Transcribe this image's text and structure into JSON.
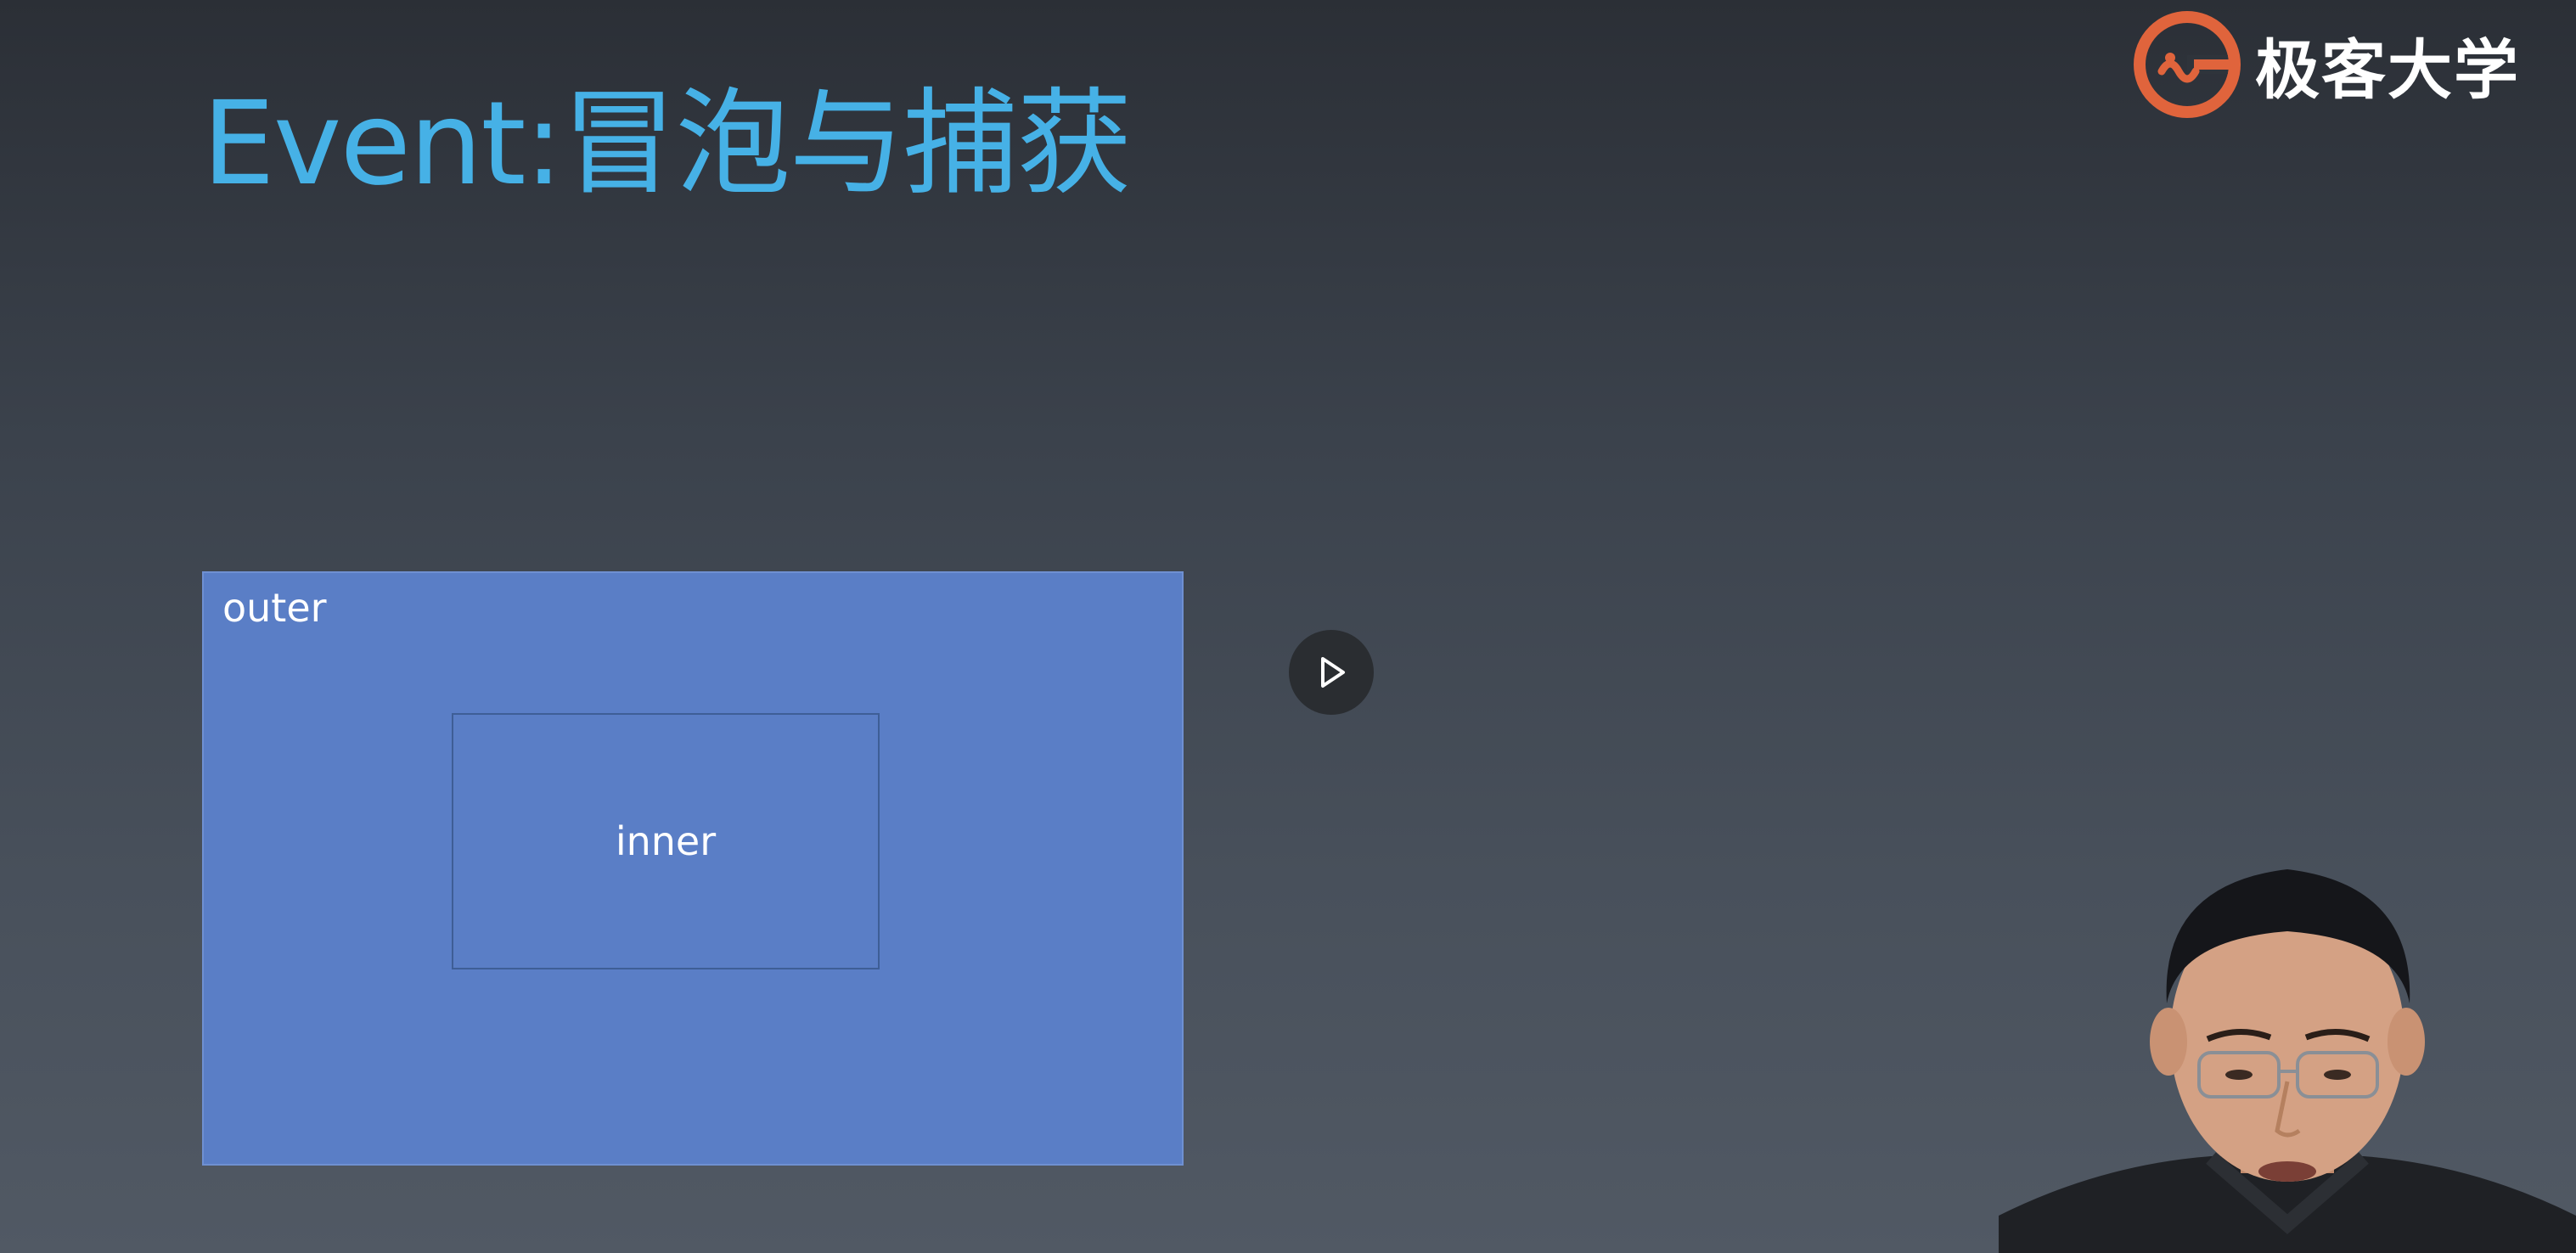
{
  "slide": {
    "title": "Event:冒泡与捕获",
    "outer_label": "outer",
    "inner_label": "inner"
  },
  "logo": {
    "text": "极客大学",
    "icon": "geek-university-logo-icon",
    "accent_color": "#e0643c"
  },
  "player": {
    "play_icon": "play-icon"
  },
  "colors": {
    "title": "#46b1e6",
    "outer_box": "#5a7ec6",
    "inner_border": "#3e5e96"
  }
}
